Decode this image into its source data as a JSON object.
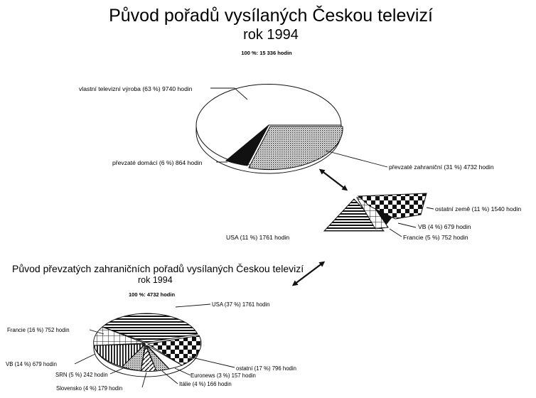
{
  "chart_data": [
    {
      "type": "pie",
      "title": "Původ pořadů vysílaných Českou televizí",
      "subtitle": "rok 1994",
      "note": "100 %: 15 336 hodin",
      "slices": [
        {
          "label": "vlastní televizní výroba (63 %) 9740 hodin",
          "percent": 63,
          "hours": 9740,
          "pattern": "white"
        },
        {
          "label": "převzaté domácí (6 %) 864 hodin",
          "percent": 6,
          "hours": 864,
          "pattern": "black"
        },
        {
          "label": "převzaté zahraniční (31 %) 4732 hodin",
          "percent": 31,
          "hours": 4732,
          "pattern": "dots"
        }
      ]
    },
    {
      "type": "pie",
      "exploded_from": "převzaté zahraniční (31 %) 4732 hodin",
      "slices": [
        {
          "label": "ostatní země (11 %) 1540 hodin",
          "percent": 11,
          "hours": 1540,
          "pattern": "checker"
        },
        {
          "label": "VB (4 %) 679 hodin",
          "percent": 4,
          "hours": 679,
          "pattern": "grid"
        },
        {
          "label": "Francie (5 %) 752 hodin",
          "percent": 5,
          "hours": 752,
          "pattern": "black"
        },
        {
          "label": "USA (11 %) 1761 hodin",
          "percent": 11,
          "hours": 1761,
          "pattern": "hstripes"
        }
      ]
    },
    {
      "type": "pie",
      "title": "Původ převzatých zahraničních pořadů vysílaných Českou televizí",
      "subtitle": "rok 1994",
      "note": "100 %: 4732 hodin",
      "slices": [
        {
          "label": "USA (37 %) 1761 hodin",
          "percent": 37,
          "hours": 1761,
          "pattern": "hstripes"
        },
        {
          "label": "ostatní (17 %) 796 hodin",
          "percent": 17,
          "hours": 796,
          "pattern": "checker"
        },
        {
          "label": "Euronews (3 %) 157 hodin",
          "percent": 3,
          "hours": 157,
          "pattern": "white"
        },
        {
          "label": "Itálie (4 %) 166 hodin",
          "percent": 4,
          "hours": 166,
          "pattern": "dots"
        },
        {
          "label": "Slovensko (4 %) 179 hodin",
          "percent": 4,
          "hours": 179,
          "pattern": "diag"
        },
        {
          "label": "SRN (5 %) 242 hodin",
          "percent": 5,
          "hours": 242,
          "pattern": "dots"
        },
        {
          "label": "VB (14 %) 679 hodin",
          "percent": 14,
          "hours": 679,
          "pattern": "vstripes"
        },
        {
          "label": "Francie (16 %) 752 hodin",
          "percent": 16,
          "hours": 752,
          "pattern": "grid"
        }
      ]
    }
  ]
}
